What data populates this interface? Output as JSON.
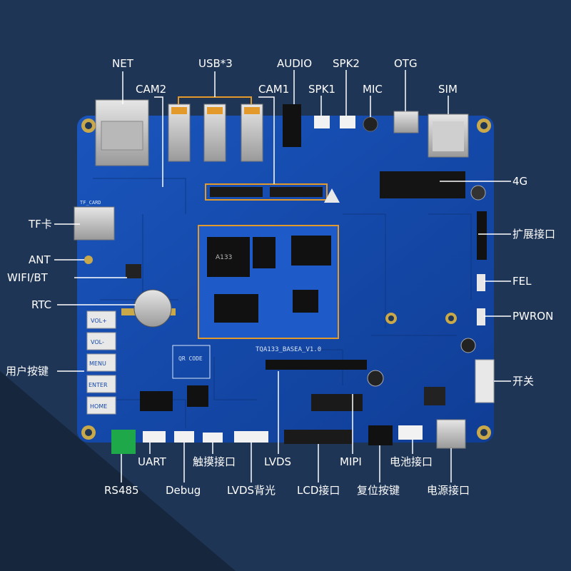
{
  "colors": {
    "background": "#1f3556",
    "background_dark": "#16263d",
    "pcb": "#1448a8",
    "pcb_trace": "#0f3a8a",
    "leader": "#ffffff",
    "highlight_box": "#e39a2a",
    "silkscreen": "#d8e4f5"
  },
  "labels": {
    "net": "NET",
    "usb": "USB*3",
    "audio": "AUDIO",
    "spk2": "SPK2",
    "otg": "OTG",
    "cam2": "CAM2",
    "cam1": "CAM1",
    "spk1": "SPK1",
    "mic": "MIC",
    "sim": "SIM",
    "four_g": "4G",
    "expansion": "扩展接口",
    "fel": "FEL",
    "pwron": "PWRON",
    "switch": "开关",
    "tf": "TF卡",
    "ant": "ANT",
    "wifi_bt": "WIFI/BT",
    "rtc": "RTC",
    "user_keys": "用户按键",
    "uart": "UART",
    "touch": "触摸接口",
    "lvds": "LVDS",
    "mipi": "MIPI",
    "battery": "电池接口",
    "rs485": "RS485",
    "debug": "Debug",
    "lvds_backlight": "LVDS背光",
    "lcd": "LCD接口",
    "reset": "复位按键",
    "power": "电源接口"
  },
  "silkscreen": {
    "board_name": "TQA133_BASEA_V1.0",
    "qr": "QR CODE",
    "chip": "A133",
    "tf_card": "TF_CARD",
    "buttons": [
      "VOL+",
      "VOL-",
      "MENU",
      "ENTER",
      "HOME"
    ]
  }
}
